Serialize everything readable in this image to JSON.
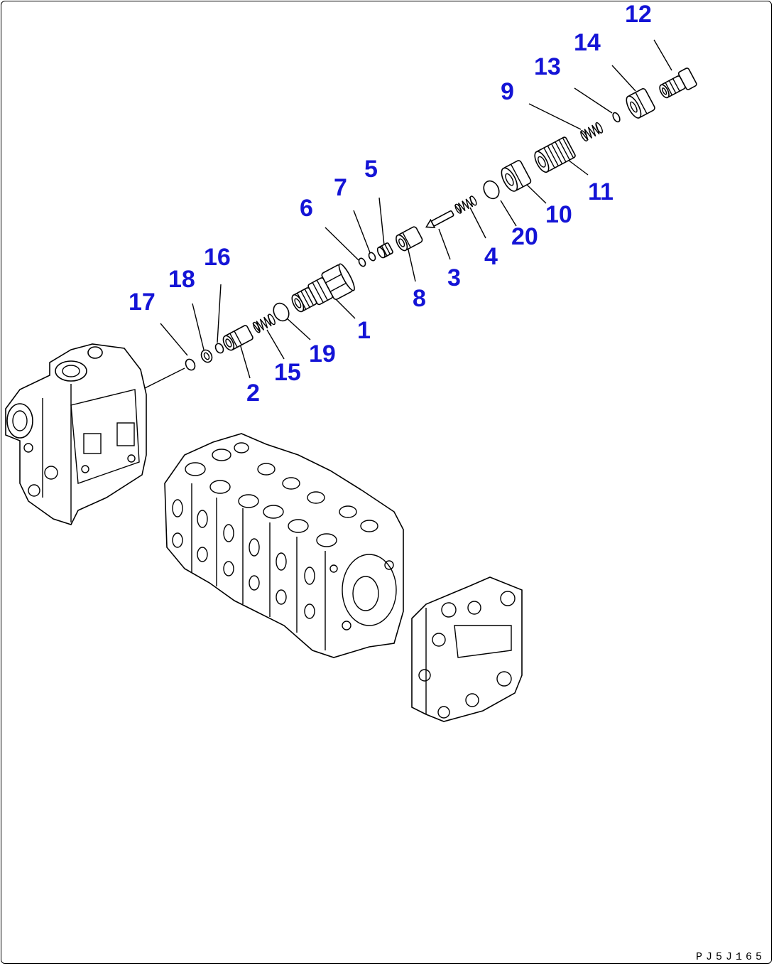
{
  "drawing_code": "PJ5J165",
  "callout_color": "#1414d6",
  "callouts": [
    {
      "id": "c1",
      "label": "1"
    },
    {
      "id": "c2",
      "label": "2"
    },
    {
      "id": "c3",
      "label": "3"
    },
    {
      "id": "c4",
      "label": "4"
    },
    {
      "id": "c5",
      "label": "5"
    },
    {
      "id": "c6",
      "label": "6"
    },
    {
      "id": "c7",
      "label": "7"
    },
    {
      "id": "c8",
      "label": "8"
    },
    {
      "id": "c9",
      "label": "9"
    },
    {
      "id": "c10",
      "label": "10"
    },
    {
      "id": "c11",
      "label": "11"
    },
    {
      "id": "c12",
      "label": "12"
    },
    {
      "id": "c13",
      "label": "13"
    },
    {
      "id": "c14",
      "label": "14"
    },
    {
      "id": "c15",
      "label": "15"
    },
    {
      "id": "c16",
      "label": "16"
    },
    {
      "id": "c17",
      "label": "17"
    },
    {
      "id": "c18",
      "label": "18"
    },
    {
      "id": "c19",
      "label": "19"
    },
    {
      "id": "c20",
      "label": "20"
    }
  ]
}
